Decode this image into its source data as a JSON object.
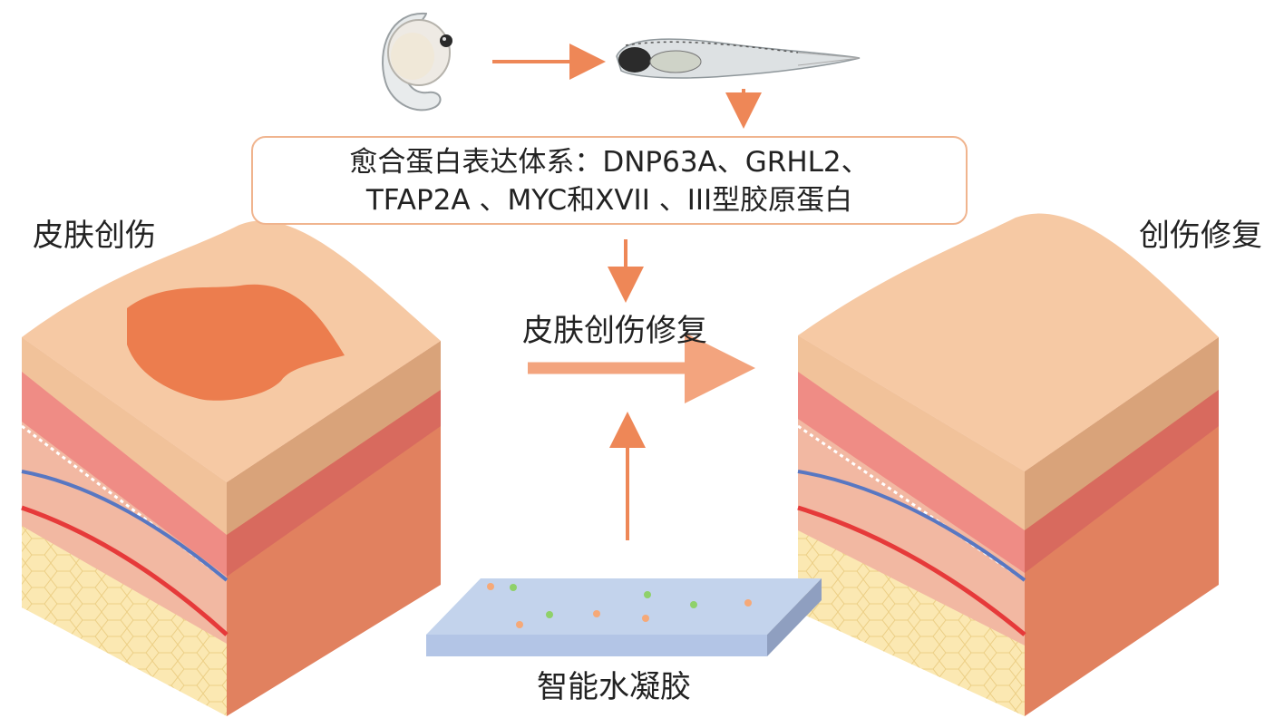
{
  "labels": {
    "wound": "皮肤创伤",
    "repair": "创伤修复",
    "center": "皮肤创伤修复",
    "hydrogel": "智能水凝胶"
  },
  "expression_box": {
    "line1": "愈合蛋白表达体系：DNP63A、GRHL2、",
    "line2": "TFAP2A 、MYC和XVII 、III型胶原蛋白"
  },
  "colors": {
    "arrow": "#ee8757",
    "box_border": "#f0b48e",
    "wound": "#ec7d4e",
    "skin_top": "#f6c9a4",
    "dermis": "#f2928a",
    "hydrogel": "#c3d3ec"
  },
  "icons": [
    "zebrafish-embryo-icon",
    "zebrafish-larva-icon",
    "skin-block-wound",
    "skin-block-healed",
    "hydrogel-slab"
  ]
}
